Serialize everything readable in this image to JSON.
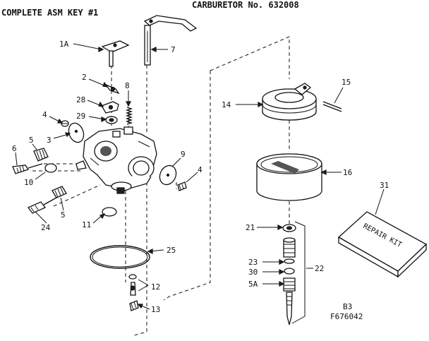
{
  "header": {
    "left_title": "COMPLETE ASM KEY #1",
    "right_title": "CARBURETOR No. 632008"
  },
  "callouts": {
    "c1A": "1A",
    "c7": "7",
    "c2": "2",
    "c8": "8",
    "c28": "28",
    "c29": "29",
    "c4a": "4",
    "c3": "3",
    "c5a": "5",
    "c6": "6",
    "c10": "10",
    "c9": "9",
    "c4b": "4",
    "c24": "24",
    "c5b": "5",
    "c11": "11",
    "c25": "25",
    "c12": "12",
    "c13": "13",
    "c14": "14",
    "c15": "15",
    "c16": "16",
    "c31": "31",
    "c21": "21",
    "c23": "23",
    "c30": "30",
    "c5A": "5A",
    "c22": "22"
  },
  "repair_kit_text": "REPAIR KIT",
  "footer": {
    "page_code": "B3",
    "figure_code": "F676042"
  }
}
